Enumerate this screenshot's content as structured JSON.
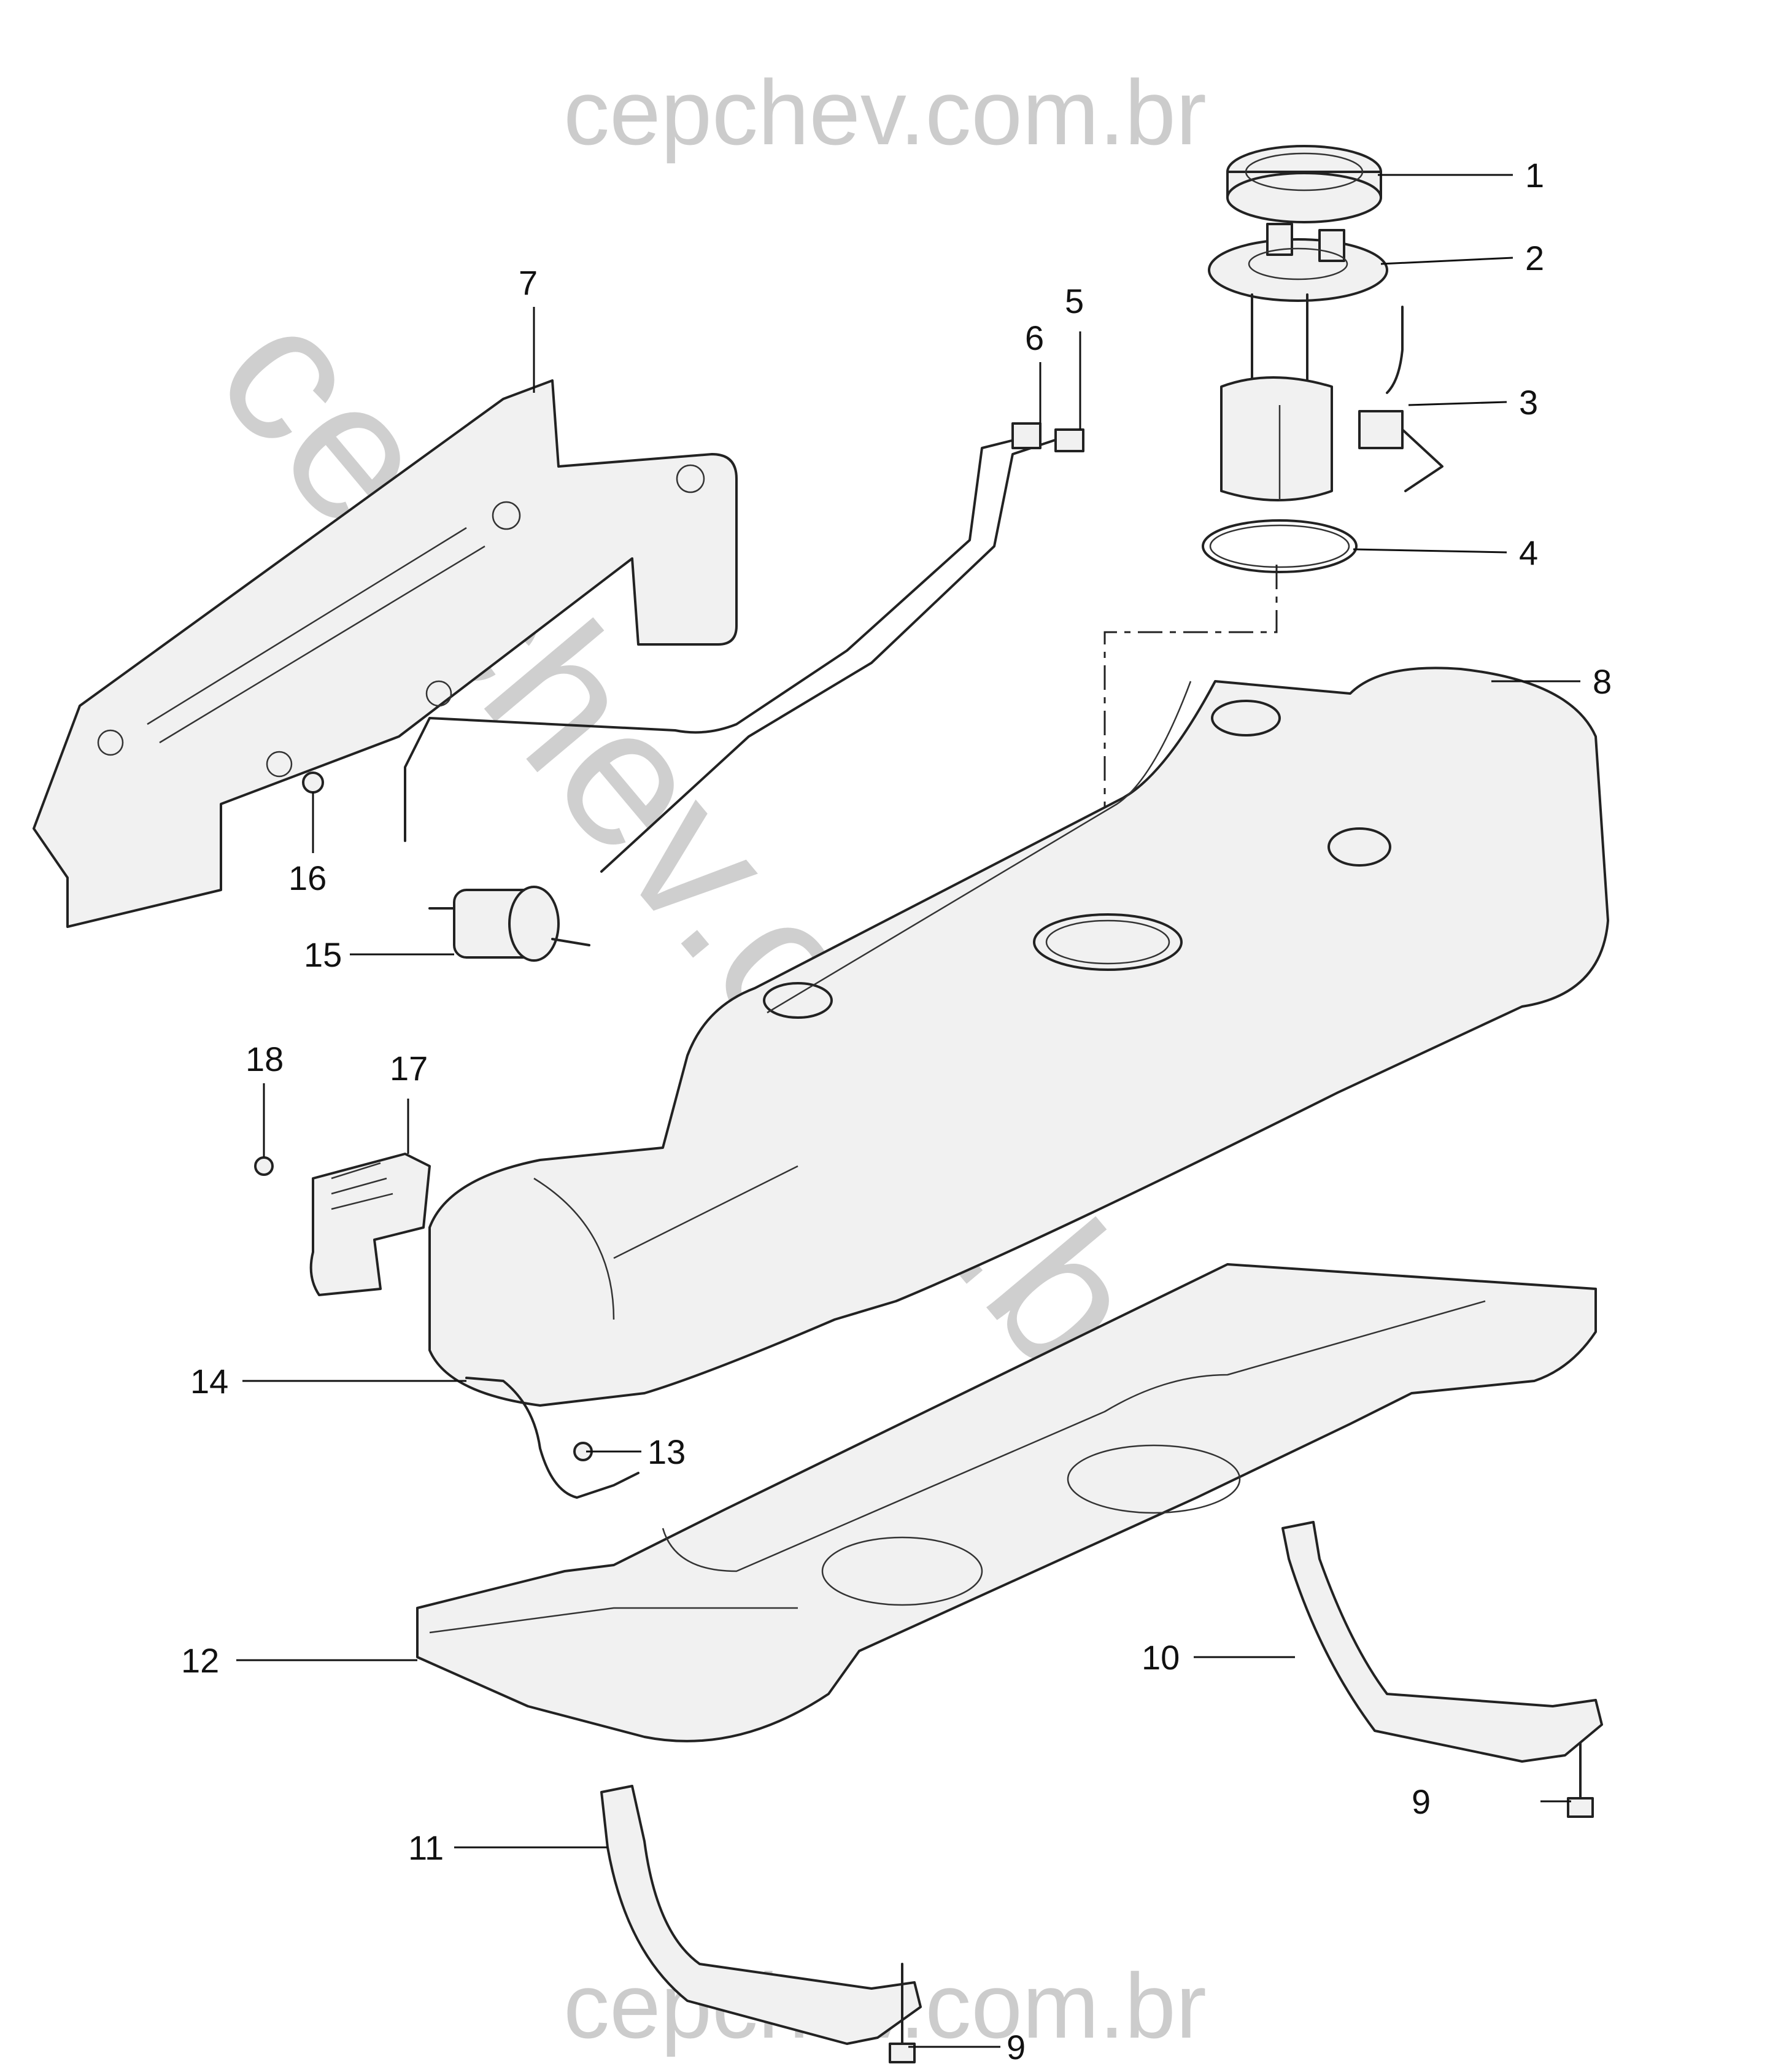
{
  "watermark": {
    "top": "cepchev.com.br",
    "bottom": "cepchev.com.br",
    "diagonal": "cepchev.com.br"
  },
  "callouts": [
    {
      "id": "c1",
      "label": "1"
    },
    {
      "id": "c2",
      "label": "2"
    },
    {
      "id": "c3",
      "label": "3"
    },
    {
      "id": "c4",
      "label": "4"
    },
    {
      "id": "c5",
      "label": "5"
    },
    {
      "id": "c6",
      "label": "6"
    },
    {
      "id": "c7",
      "label": "7"
    },
    {
      "id": "c8",
      "label": "8"
    },
    {
      "id": "c9a",
      "label": "9"
    },
    {
      "id": "c9b",
      "label": "9"
    },
    {
      "id": "c10",
      "label": "10"
    },
    {
      "id": "c11",
      "label": "11"
    },
    {
      "id": "c12",
      "label": "12"
    },
    {
      "id": "c13",
      "label": "13"
    },
    {
      "id": "c14",
      "label": "14"
    },
    {
      "id": "c15",
      "label": "15"
    },
    {
      "id": "c16",
      "label": "16"
    },
    {
      "id": "c17",
      "label": "17"
    },
    {
      "id": "c18",
      "label": "18"
    }
  ]
}
